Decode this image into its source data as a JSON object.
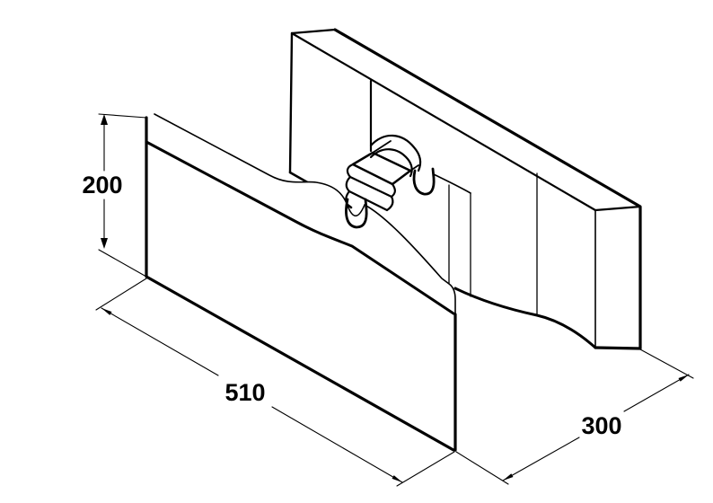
{
  "drawing": {
    "type": "isometric-technical-drawing",
    "subject": "insulated-form-block-with-web-connector",
    "background_color": "#ffffff",
    "line_color": "#000000",
    "dimensions": {
      "height": {
        "value": "200"
      },
      "length": {
        "value": "510"
      },
      "depth": {
        "value": "300"
      }
    }
  }
}
